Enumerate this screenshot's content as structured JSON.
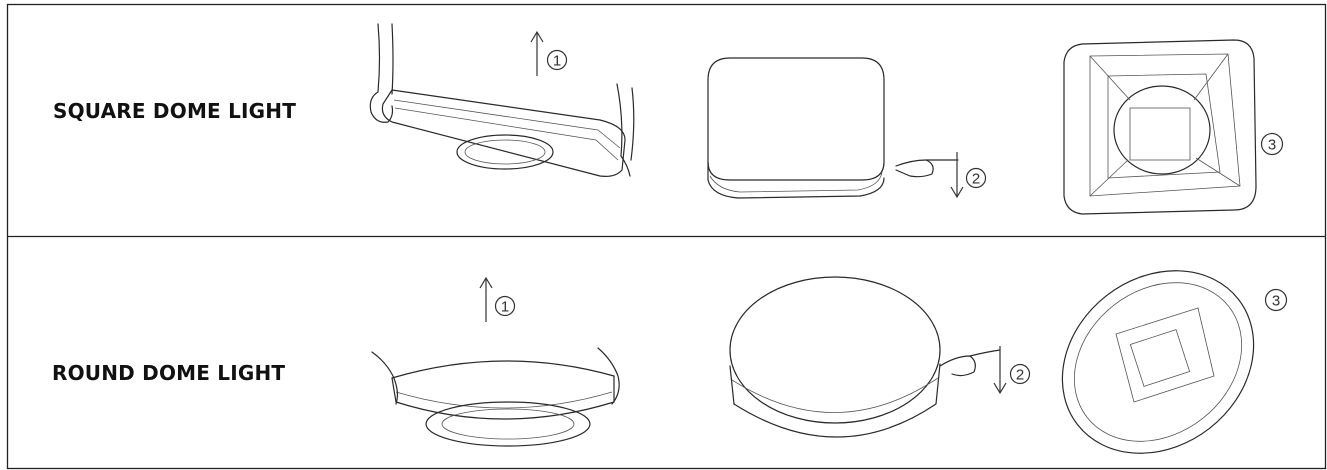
{
  "rows": [
    {
      "label": "SQUARE DOME LIGHT",
      "steps": [
        "1",
        "2",
        "3"
      ]
    },
    {
      "label": "ROUND DOME LIGHT",
      "steps": [
        "1",
        "2",
        "3"
      ]
    }
  ]
}
